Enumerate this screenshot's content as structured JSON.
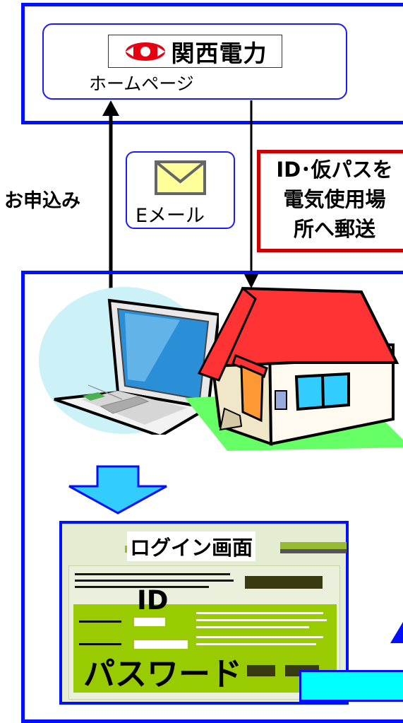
{
  "homepage": {
    "logo_text": "関西電力",
    "label": "ホームページ"
  },
  "apply_label": "お申込み",
  "email": {
    "label": "Eメール"
  },
  "mail_notice": {
    "line1": "ID･仮パスを",
    "line2": "電気使用場",
    "line3": "所へ郵送"
  },
  "login_screen": {
    "title": "ログイン画面",
    "id_label": "ID",
    "password_label": "パスワード"
  },
  "colors": {
    "frame_blue": "#0010ff",
    "accent_red": "#cc0000",
    "roof_red": "#ff3333",
    "login_green": "#99cc00",
    "arrow_cyan": "#33ccff"
  }
}
